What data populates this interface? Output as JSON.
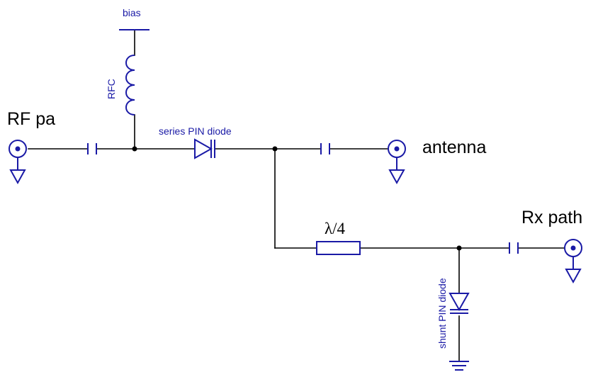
{
  "labels": {
    "rf_pa": "RF pa",
    "antenna": "antenna",
    "rx_path": "Rx path",
    "bias": "bias",
    "rfc": "RFC",
    "series_pin": "series PIN diode",
    "shunt_pin": "shunt PIN diode",
    "quarter_wave": "λ/4"
  },
  "colors": {
    "wire": "#000000",
    "component": "#1a1aa6"
  }
}
